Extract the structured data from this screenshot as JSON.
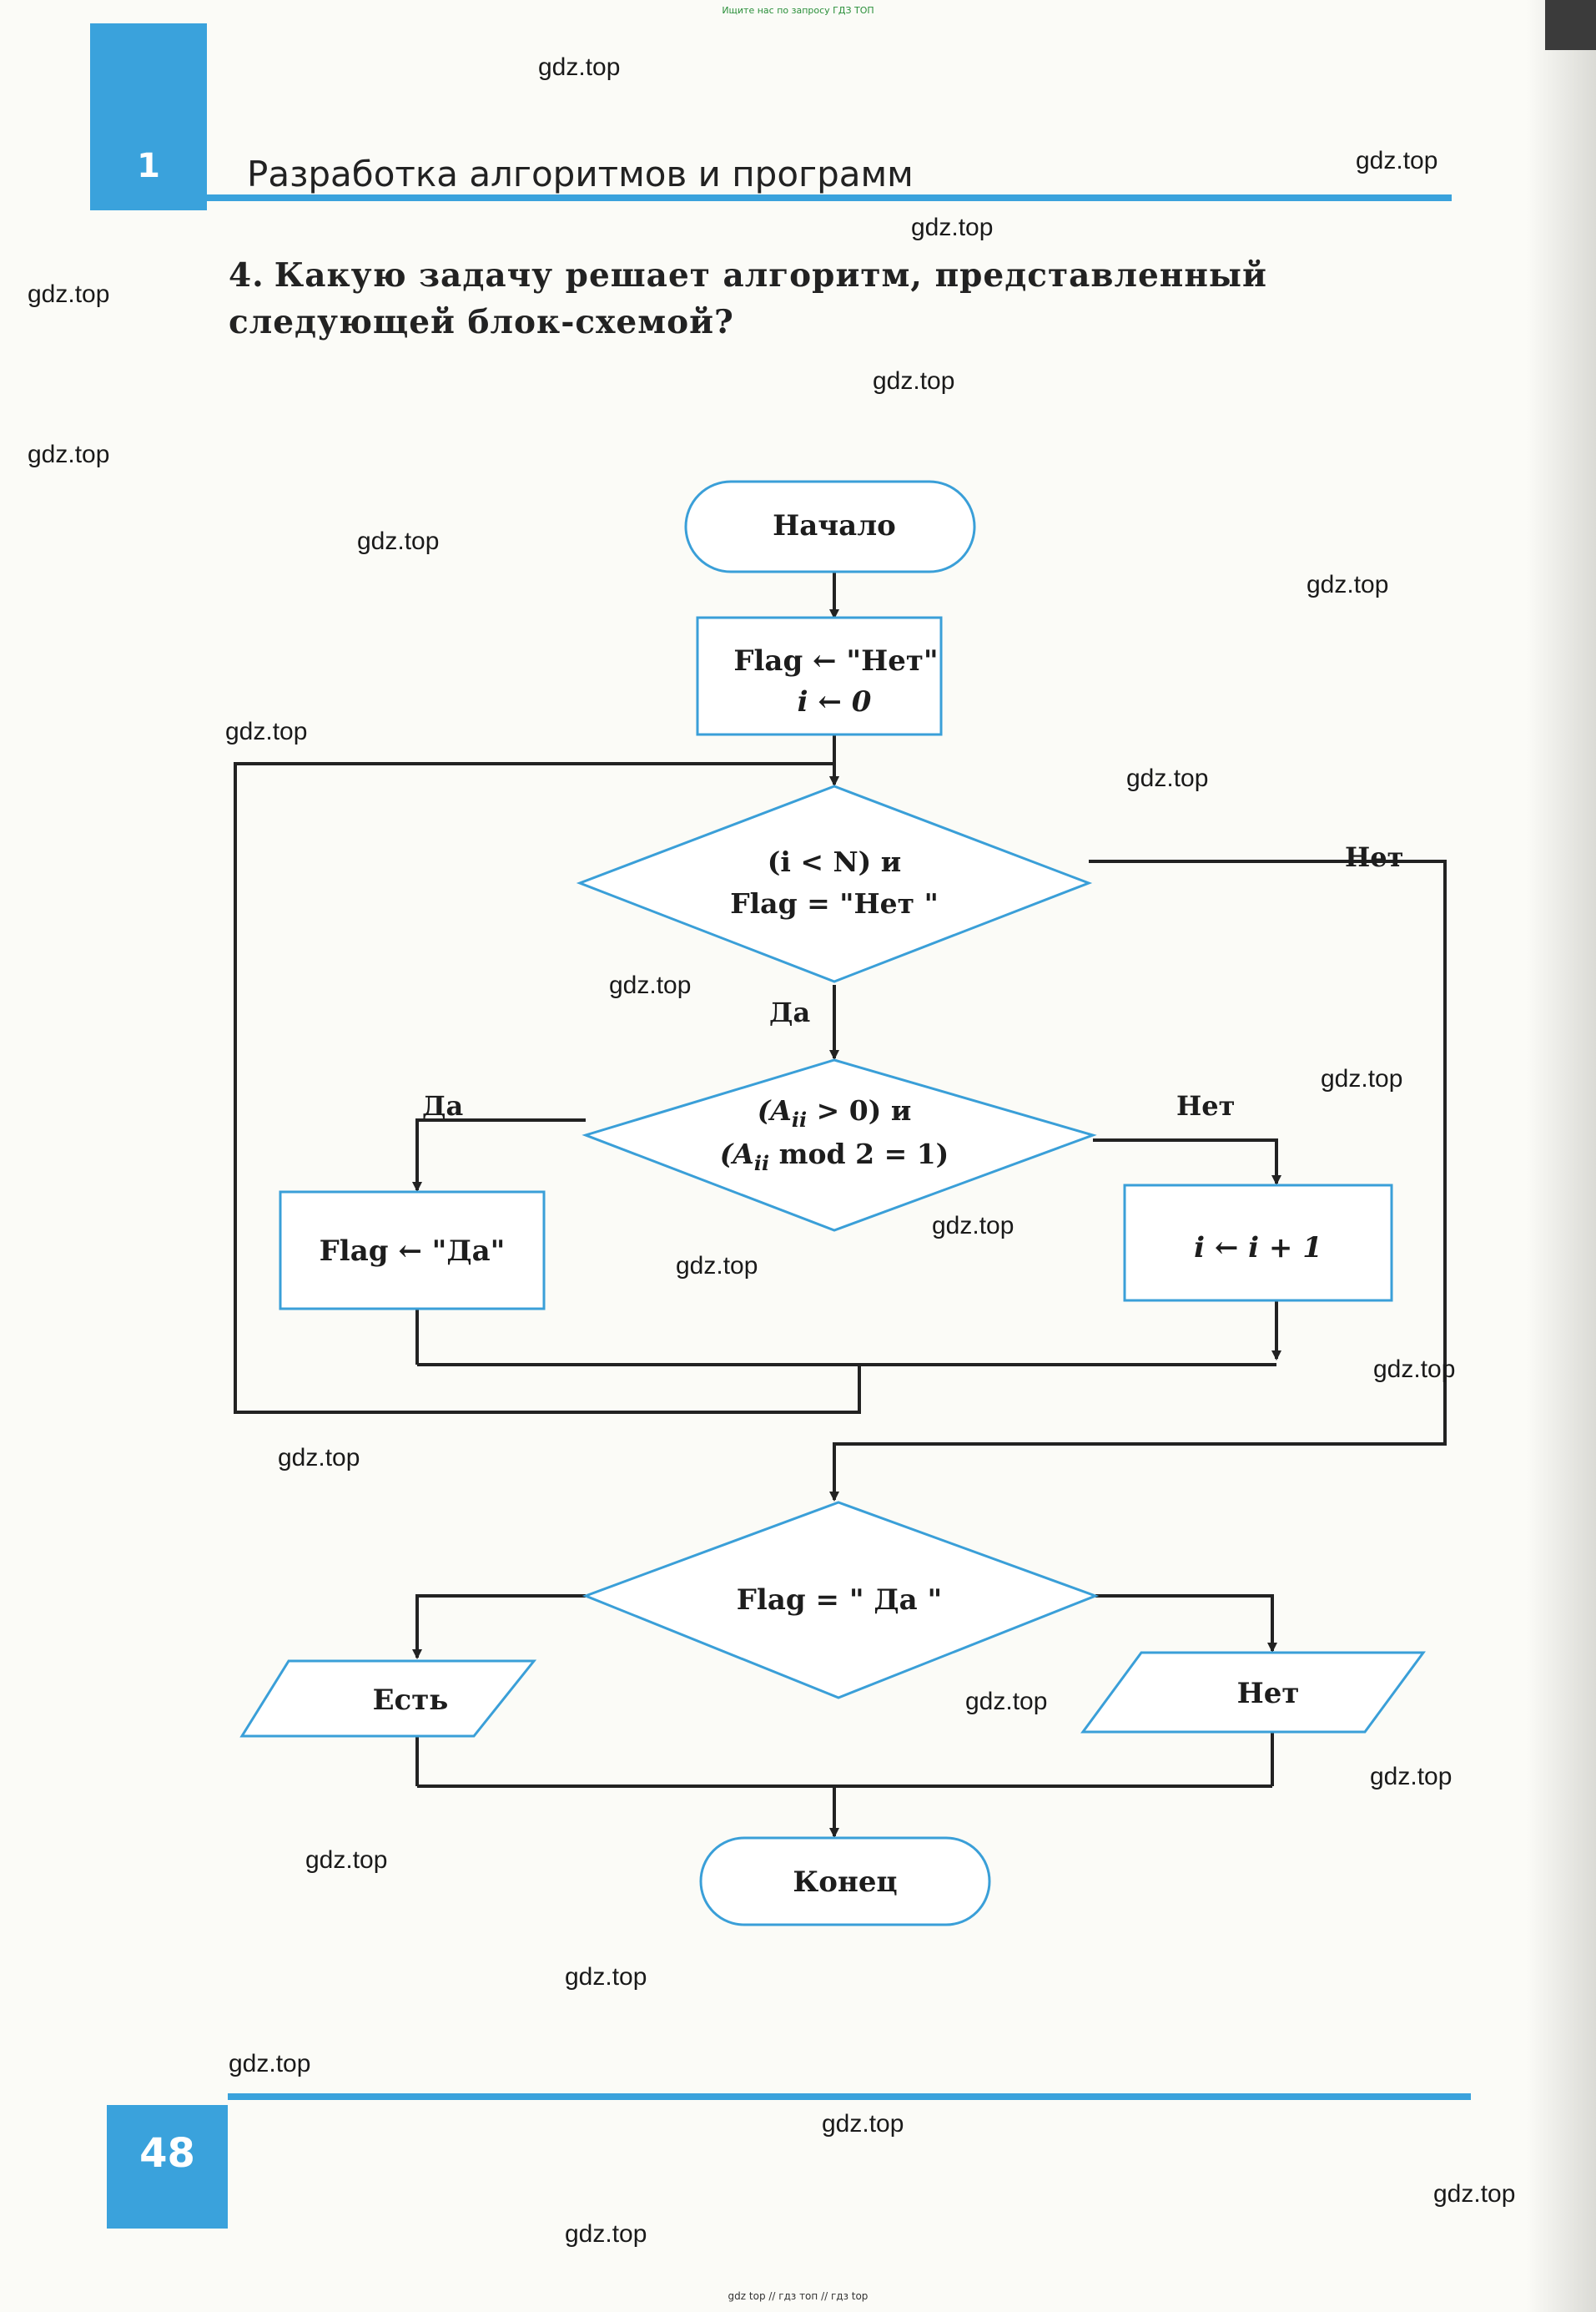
{
  "banner_top": "Ищите нас по запросу ГДЗ ТОП",
  "banner_bottom": "gdz top  //  гдз топ  //  гдз top",
  "chapter": {
    "number": "1",
    "title": "Разработка алгоритмов и программ"
  },
  "task": {
    "number": "4.",
    "text": "Какую задачу решает алгоритм, представленный следующей блок-схемой?"
  },
  "page_number": "48",
  "watermark": "gdz.top",
  "colors": {
    "accent": "#3aa2dc",
    "shape_stroke": "#3a9fd8",
    "line": "#222222"
  },
  "flowchart": {
    "start": "Начало",
    "init_line1": "Flag ← \"Нет\"",
    "init_line2": "i ← 0",
    "loop_cond_line1": "(i < N)  и",
    "loop_cond_line2": "Flag = \"Нет \"",
    "loop_no": "Нет",
    "loop_yes": "Да",
    "check_line1": "(A",
    "check_sub": "ii",
    "check_line1_tail": " > 0)  и",
    "check_line2_tail": " mod 2 = 1)",
    "check_yes": "Да",
    "check_no": "Нет",
    "set_flag": "Flag ← \"Да\"",
    "increment": "i ← i + 1",
    "final_cond": "Flag = \" Да \"",
    "out_yes": "Есть",
    "out_no": "Нет",
    "end": "Конец"
  }
}
